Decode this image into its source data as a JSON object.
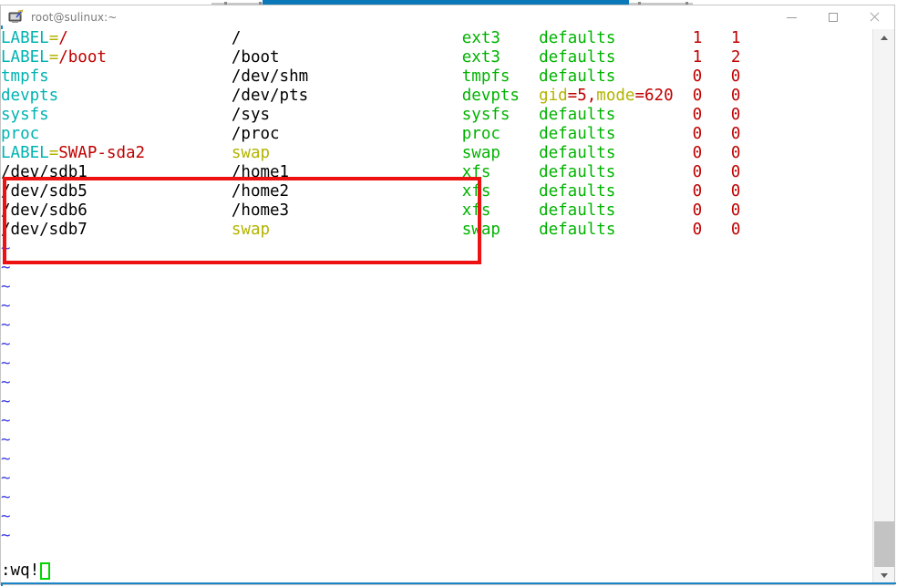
{
  "window": {
    "title": "root@sulinux:~",
    "icon": "terminal-app-icon",
    "controls": {
      "minimize": "minimize-icon",
      "maximize": "maximize-icon",
      "close": "close-icon"
    }
  },
  "editor": {
    "name": "vim",
    "empty_line_marker": "~",
    "empty_line_count": 16,
    "command_line": ":wq!",
    "cursor": "block-cursor"
  },
  "fstab": {
    "existing_entries": [
      {
        "device_label": "LABEL=",
        "device_value": "/",
        "mount": "/",
        "mount_swap": false,
        "fstype": "ext3",
        "options": "defaults",
        "dump": "1",
        "pass": "1"
      },
      {
        "device_label": "LABEL=",
        "device_value": "/boot",
        "mount": "/boot",
        "mount_swap": false,
        "fstype": "ext3",
        "options": "defaults",
        "dump": "1",
        "pass": "2"
      },
      {
        "device_label": "",
        "device_value": "tmpfs",
        "mount": "/dev/shm",
        "mount_swap": false,
        "fstype": "tmpfs",
        "options": "defaults",
        "dump": "0",
        "pass": "0"
      },
      {
        "device_label": "",
        "device_value": "devpts",
        "mount": "/dev/pts",
        "mount_swap": false,
        "fstype": "devpts",
        "options": "gid=5,mode=620",
        "dump": "0",
        "pass": "0"
      },
      {
        "device_label": "",
        "device_value": "sysfs",
        "mount": "/sys",
        "mount_swap": false,
        "fstype": "sysfs",
        "options": "defaults",
        "dump": "0",
        "pass": "0"
      },
      {
        "device_label": "",
        "device_value": "proc",
        "mount": "/proc",
        "mount_swap": false,
        "fstype": "proc",
        "options": "defaults",
        "dump": "0",
        "pass": "0"
      },
      {
        "device_label": "LABEL=",
        "device_value": "SWAP-sda2",
        "mount": "swap",
        "mount_swap": true,
        "fstype": "swap",
        "options": "defaults",
        "dump": "0",
        "pass": "0"
      }
    ],
    "highlighted_entries": [
      {
        "device_value": "/dev/sdb1",
        "mount": "/home1",
        "mount_swap": false,
        "fstype": "xfs",
        "options": "defaults",
        "dump": "0",
        "pass": "0"
      },
      {
        "device_value": "/dev/sdb5",
        "mount": "/home2",
        "mount_swap": false,
        "fstype": "xfs",
        "options": "defaults",
        "dump": "0",
        "pass": "0"
      },
      {
        "device_value": "/dev/sdb6",
        "mount": "/home3",
        "mount_swap": false,
        "fstype": "xfs",
        "options": "defaults",
        "dump": "0",
        "pass": "0"
      },
      {
        "device_value": "/dev/sdb7",
        "mount": "swap",
        "mount_swap": true,
        "fstype": "swap",
        "options": "defaults",
        "dump": "0",
        "pass": "0"
      }
    ]
  },
  "annotation": {
    "type": "rectangle-highlight",
    "color": "#ee1111"
  },
  "scrollbar": {
    "up_arrow": "scroll-up-arrow-icon",
    "down_arrow": "scroll-down-arrow-icon",
    "thumb": "scrollbar-thumb"
  },
  "colors": {
    "label_keyword": "#00b3b3",
    "equals_and_swap": "#b3b300",
    "device_value": "#c00000",
    "mount_point": "#000000",
    "fstype_and_options": "#00b300",
    "dump_pass_numbers": "#c00000",
    "tilde_marker": "#4040e0",
    "highlight_box": "#ee1111",
    "window_accent": "#1a86c8"
  }
}
